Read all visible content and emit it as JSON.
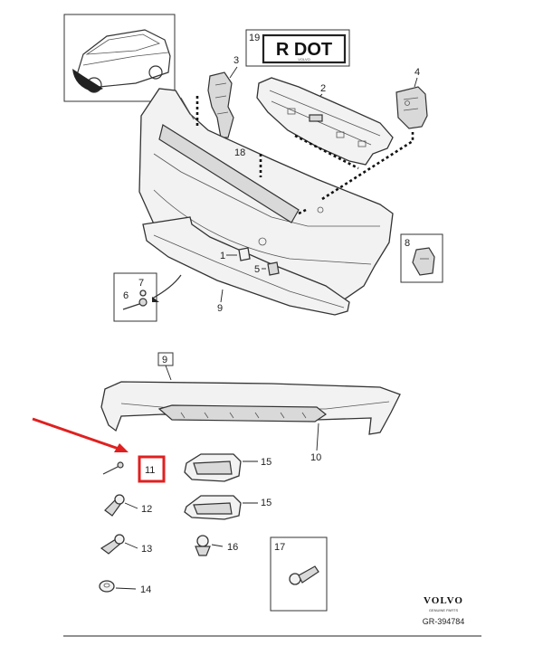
{
  "callouts": {
    "c1": "1",
    "c2": "2",
    "c3": "3",
    "c4": "4",
    "c5": "5",
    "c6": "6",
    "c7": "7",
    "c8": "8",
    "c9_top": "9",
    "c9_detail": "9",
    "c10": "10",
    "c11": "11",
    "c12": "12",
    "c13": "13",
    "c14": "14",
    "c15a": "15",
    "c15b": "15",
    "c16": "16",
    "c17": "17",
    "c18": "18",
    "c19": "19"
  },
  "plate": {
    "text": "R DOT",
    "brand": "VOLVO"
  },
  "footer": {
    "logo": "VOLVO",
    "logo_sub": "GENUINE PARTS",
    "ref": "GR-394784"
  },
  "colors": {
    "highlight": "#e02020",
    "arrow": "#e02020"
  }
}
